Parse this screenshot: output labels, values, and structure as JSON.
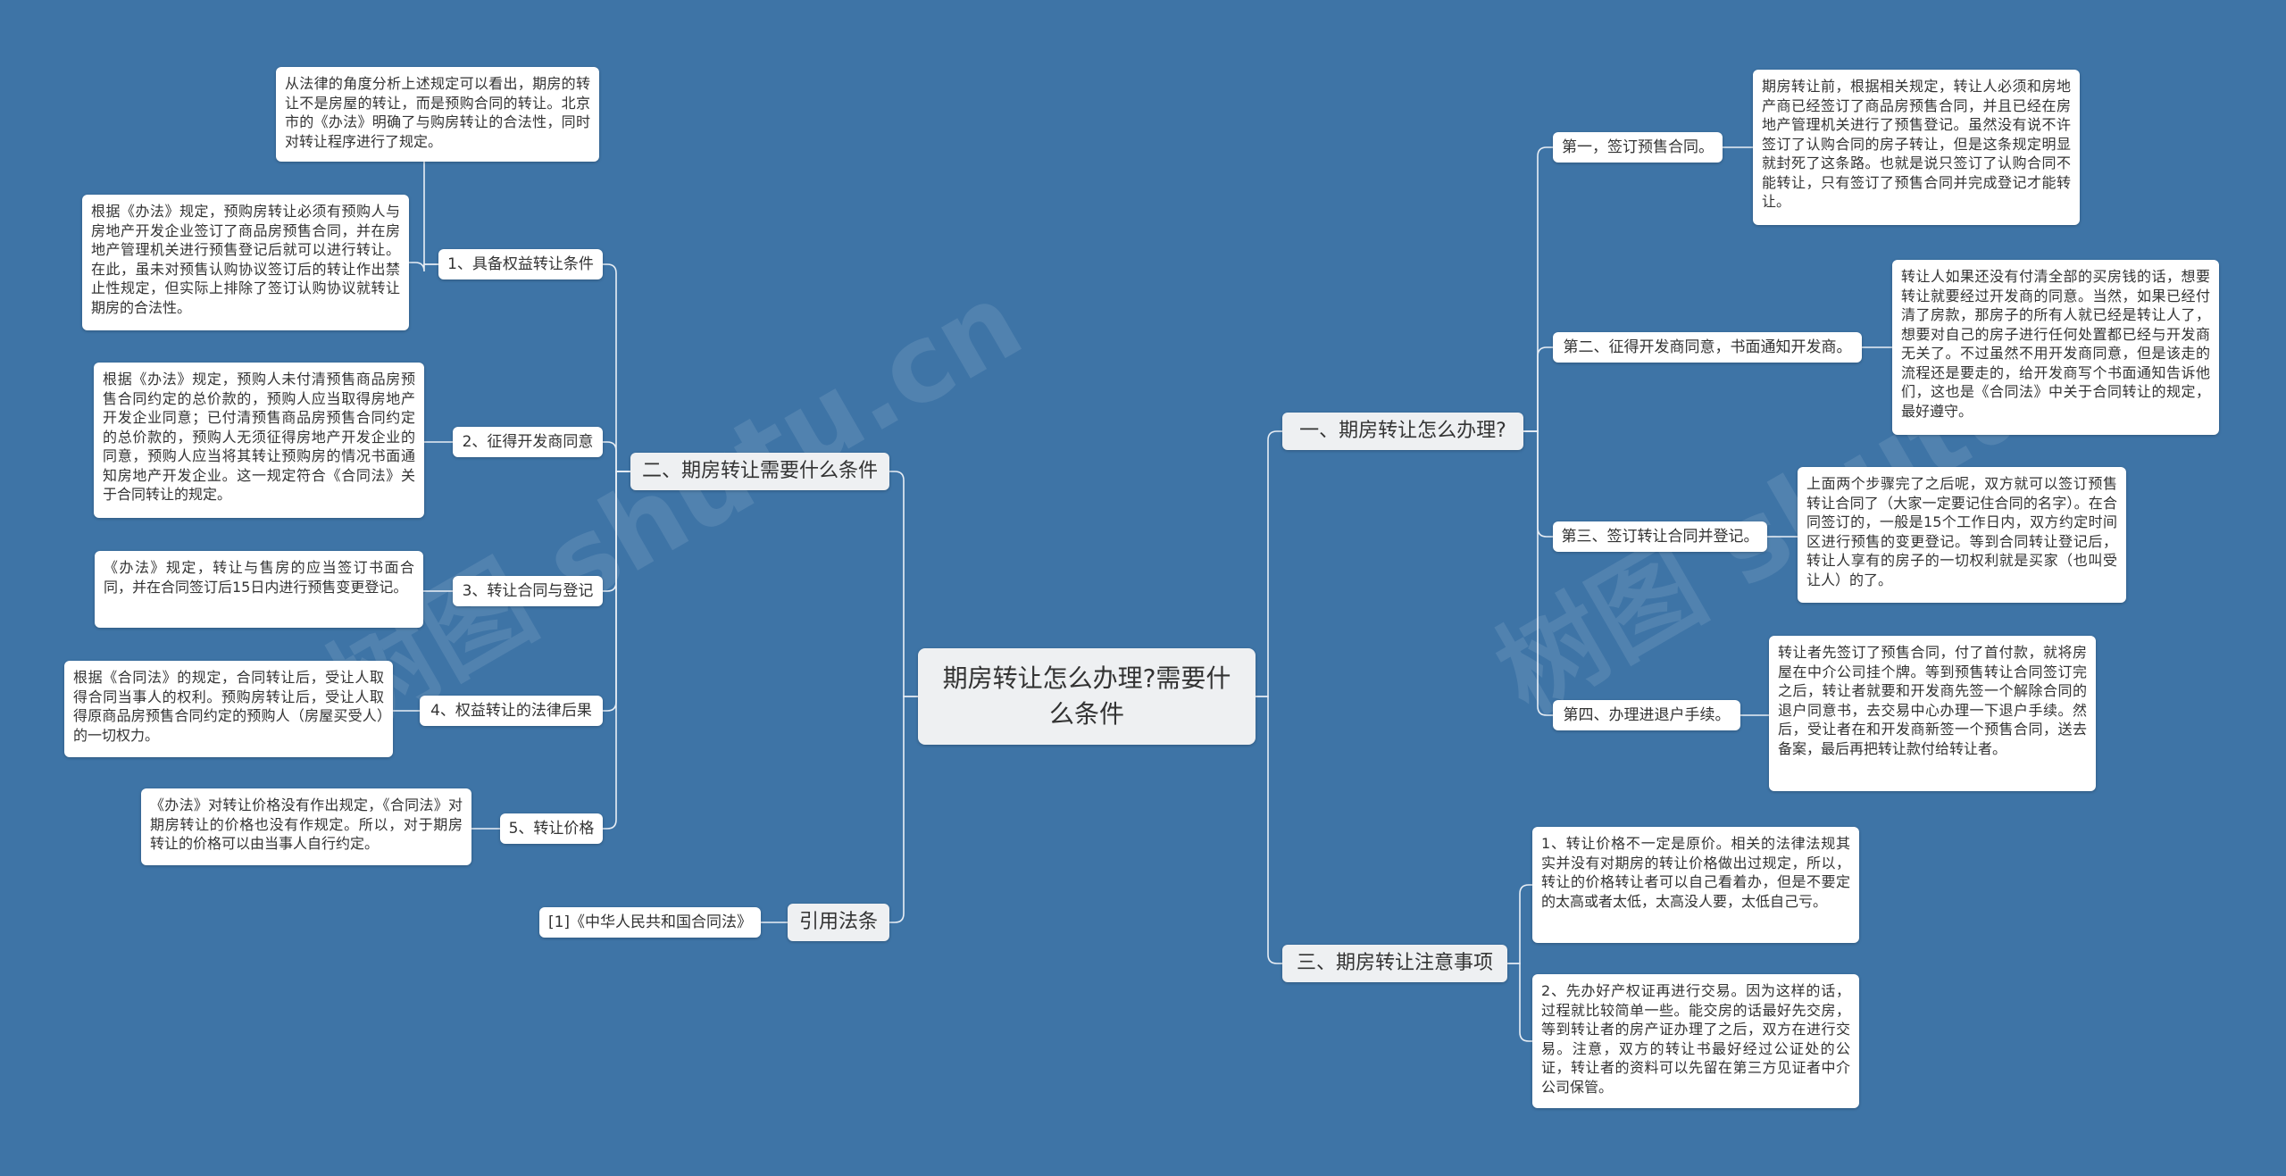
{
  "watermark": "树图 shutu.cn",
  "root": "期房转让怎么办理?需要什么条件",
  "left": {
    "branch_conditions": {
      "label": "二、期房转让需要什么条件",
      "items": [
        {
          "label": "1、具备权益转让条件",
          "notes": [
            "从法律的角度分析上述规定可以看出，期房的转让不是房屋的转让，而是预购合同的转让。北京市的《办法》明确了与购房转让的合法性，同时对转让程序进行了规定。",
            "根据《办法》规定，预购房转让必须有预购人与房地产开发企业签订了商品房预售合同，并在房地产管理机关进行预售登记后就可以进行转让。在此，虽未对预售认购协议签订后的转让作出禁止性规定，但实际上排除了签订认购协议就转让期房的合法性。"
          ]
        },
        {
          "label": "2、征得开发商同意",
          "notes": [
            "根据《办法》规定，预购人未付清预售商品房预售合同约定的总价款的，预购人应当取得房地产开发企业同意；已付清预售商品房预售合同约定的总价款的，预购人无须征得房地产开发企业的同意，预购人应当将其转让预购房的情况书面通知房地产开发企业。这一规定符合《合同法》关于合同转让的规定。"
          ]
        },
        {
          "label": "3、转让合同与登记",
          "notes": [
            "《办法》规定，转让与售房的应当签订书面合同，并在合同签订后15日内进行预售变更登记。"
          ]
        },
        {
          "label": "4、权益转让的法律后果",
          "notes": [
            "根据《合同法》的规定，合同转让后，受让人取得合同当事人的权利。预购房转让后，受让人取得原商品房预售合同约定的预购人（房屋买受人）的一切权力。"
          ]
        },
        {
          "label": "5、转让价格",
          "notes": [
            "《办法》对转让价格没有作出规定，《合同法》对期房转让的价格也没有作规定。所以，对于期房转让的价格可以由当事人自行约定。"
          ]
        }
      ]
    },
    "branch_law": {
      "label": "引用法条",
      "notes": [
        "[1]《中华人民共和国合同法》"
      ]
    }
  },
  "right": {
    "branch_howto": {
      "label": "一、期房转让怎么办理?",
      "items": [
        {
          "label": "第一，签订预售合同。",
          "notes": [
            "期房转让前，根据相关规定，转让人必须和房地产商已经签订了商品房预售合同，并且已经在房地产管理机关进行了预售登记。虽然没有说不许签订了认购合同的房子转让，但是这条规定明显就封死了这条路。也就是说只签订了认购合同不能转让，只有签订了预售合同并完成登记才能转让。"
          ]
        },
        {
          "label": "第二、征得开发商同意，书面通知开发商。",
          "notes": [
            "转让人如果还没有付清全部的买房钱的话，想要转让就要经过开发商的同意。当然，如果已经付清了房款，那房子的所有人就已经是转让人了，想要对自己的房子进行任何处置都已经与开发商无关了。不过虽然不用开发商同意，但是该走的流程还是要走的，给开发商写个书面通知告诉他们，这也是《合同法》中关于合同转让的规定，最好遵守。"
          ]
        },
        {
          "label": "第三、签订转让合同并登记。",
          "notes": [
            "上面两个步骤完了之后呢，双方就可以签订预售转让合同了（大家一定要记住合同的名字）。在合同签订的，一般是15个工作日内，双方约定时间区进行预售的变更登记。等到合同转让登记后，转让人享有的房子的一切权利就是买家（也叫受让人）的了。"
          ]
        },
        {
          "label": "第四、办理进退户手续。",
          "notes": [
            "转让者先签订了预售合同，付了首付款，就将房屋在中介公司挂个牌。等到预售转让合同签订完之后，转让者就要和开发商先签一个解除合同的退户同意书，去交易中心办理一下退户手续。然后，受让者在和开发商新签一个预售合同，送去备案，最后再把转让款付给转让者。"
          ]
        }
      ]
    },
    "branch_notes": {
      "label": "三、期房转让注意事项",
      "notes": [
        "1、转让价格不一定是原价。相关的法律法规其实并没有对期房的转让价格做出过规定，所以，转让的价格转让者可以自己看着办，但是不要定的太高或者太低，太高没人要，太低自己亏。",
        "2、先办好产权证再进行交易。因为这样的话，过程就比较简单一些。能交房的话最好先交房，等到转让者的房产证办理了之后，双方在进行交易。注意，双方的转让书最好经过公证处的公证，转让者的资料可以先留在第三方见证者中介公司保管。"
      ]
    }
  },
  "colors": {
    "background": "#3e74a6",
    "line": "#e8eef5",
    "node": "#ffffff",
    "root": "#eef0f2"
  }
}
